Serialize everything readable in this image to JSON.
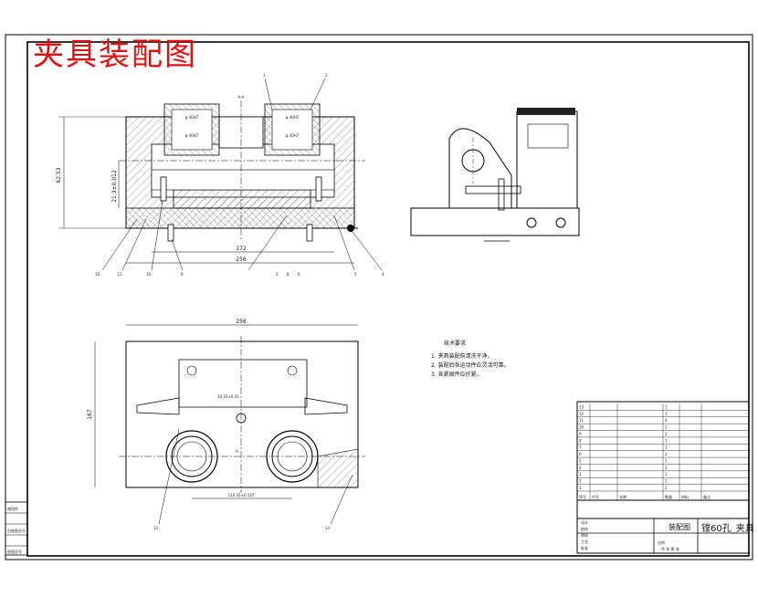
{
  "drawing": {
    "title": "夹具装配图",
    "title_color": "#e01010",
    "line_color": "#000000"
  },
  "top_view": {
    "balloons_top": [
      "1",
      "2"
    ],
    "balloons_bottom": [
      "10",
      "12",
      "10",
      "9",
      "3",
      "8",
      "6",
      "5",
      "4"
    ],
    "center_mark": "A-A",
    "dims": {
      "overall_height": "62.53",
      "inner_height": "21.3±0.012",
      "width_inner": "172",
      "width_outer": "256"
    },
    "bore_labels": [
      "φ 40H7",
      "φ 40H7",
      "φ 40H7",
      "φ 40H7"
    ]
  },
  "plan_view": {
    "dims": {
      "width": "256",
      "height": "167",
      "center_offset": "10.35±0.01",
      "bore_spacing": "110.35±0.125"
    },
    "balloons": [
      "13",
      "13"
    ],
    "section_mark": "A"
  },
  "tech_requirements": {
    "title": "技术要求",
    "lines": [
      "1. 夹具装配前清洗干净。",
      "2. 装配后各运动件应灵活可靠。",
      "3. 各紧固件应拧紧。"
    ]
  },
  "title_block": {
    "drawing_type": "装配图",
    "drawing_name": "镗60孔_夹具",
    "scale_label": "比例",
    "sheet_label": "共 张 第 张",
    "header_cols": [
      "序号",
      "代号",
      "名称",
      "数量",
      "材料",
      "备注"
    ],
    "rows": [
      [
        "13",
        "",
        "",
        "1",
        "",
        ""
      ],
      [
        "12",
        "",
        "",
        "1",
        "",
        ""
      ],
      [
        "11",
        "",
        "",
        "4",
        "",
        ""
      ],
      [
        "10",
        "",
        "",
        "1",
        "",
        ""
      ],
      [
        "9",
        "",
        "",
        "2",
        "",
        ""
      ],
      [
        "8",
        "",
        "",
        "1",
        "",
        ""
      ],
      [
        "7",
        "",
        "",
        "1",
        "",
        ""
      ],
      [
        "6",
        "",
        "",
        "2",
        "",
        ""
      ],
      [
        "5",
        "",
        "",
        "1",
        "",
        ""
      ],
      [
        "4",
        "",
        "",
        "1",
        "",
        ""
      ],
      [
        "3",
        "",
        "",
        "1",
        "",
        ""
      ],
      [
        "2",
        "",
        "",
        "2",
        "",
        ""
      ],
      [
        "1",
        "",
        "",
        "2",
        "",
        ""
      ]
    ],
    "sign_rows": [
      "设计",
      "校核",
      "审核",
      "工艺",
      "批准"
    ]
  },
  "side_table": {
    "rows": [
      "借用件",
      "",
      "旧底图总号",
      "",
      "底图总号"
    ]
  }
}
